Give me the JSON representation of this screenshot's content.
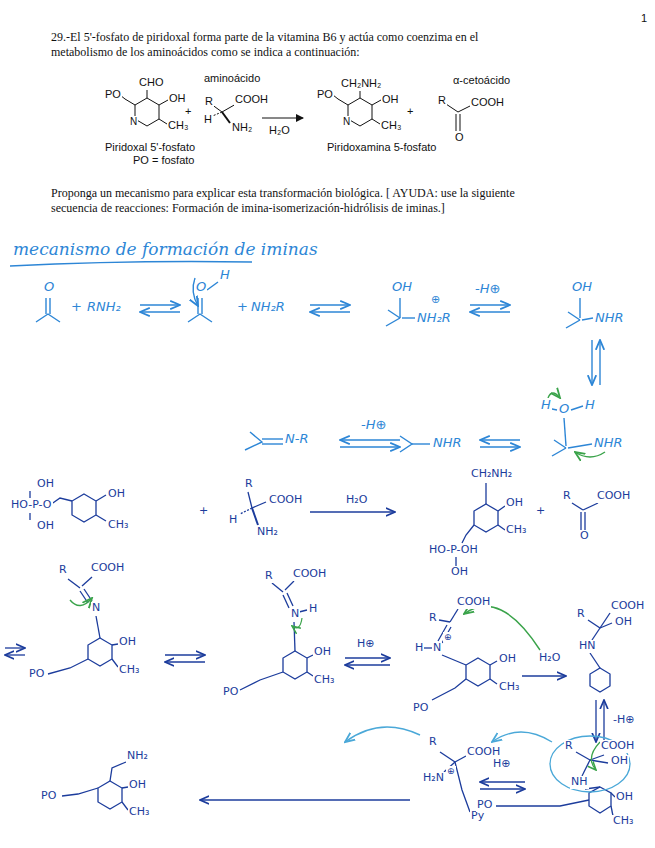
{
  "diagram": {
    "labels": [
      "1",
      "29.-El 5'-fosfato de piridoxal  forma parte de la vitamina B6 y actúa como coenzima en el metabolismo de los aminoácidos como se indica a continuación:",
      "CHO",
      "aminoácido",
      "α-cetoácido",
      "OH",
      "R",
      "COOH",
      "PO",
      "+",
      "H",
      "NH₂",
      "N",
      "CH₃",
      "H₂O",
      "Piridoxal 5'-fosfato",
      "PO = fosfato",
      "CH₂NH₂",
      "OH",
      "PO",
      "N",
      "CH₃",
      "Piridoxamina 5-fosfato",
      "+",
      "R",
      "COOH",
      "O",
      "Proponga un mecanismo para explicar esta transformación biológica. [ AYUDA: use la siguiente secuencia de reacciones: Formación de imina-isomerización-hidrólisis de iminas.]",
      "mecanismo de formación de iminas",
      "O",
      "+",
      "RNH₂",
      "O",
      "H",
      "+",
      "NH₂R",
      "OH",
      "⊕",
      "NH₂R",
      "-H⊕",
      "OH",
      "NHR",
      "N-R",
      "-H⊕",
      "NHR",
      "H",
      "O",
      "H",
      "NHR",
      "OH",
      "HO-P-O",
      "OH",
      "OH",
      "CH₃",
      "+",
      "R",
      "COOH",
      "H",
      "NH₂",
      "H₂O",
      "CH₂NH₂",
      "OH",
      "CH₃",
      "HO-P-OH",
      "OH",
      "+",
      "R",
      "COOH",
      "O",
      "R",
      "COOH",
      "N",
      "PO",
      "OH",
      "CH₃",
      "R",
      "COOH",
      "N",
      "H",
      "PO",
      "OH",
      "CH₃",
      "H⊕",
      "R",
      "COOH",
      "H",
      "N",
      "⊕",
      "PO",
      "OH",
      "CH₃",
      "H₂O",
      "R",
      "COOH",
      "OH",
      "HN",
      "-H⊕",
      "R",
      "COOH",
      "H₂N",
      "⊕",
      "Py",
      "H⊕",
      "R",
      "COOH",
      "OH",
      "NH",
      "PO",
      "OH",
      "CH₃",
      "NH₂",
      "PO",
      "OH",
      "CH₃"
    ]
  }
}
